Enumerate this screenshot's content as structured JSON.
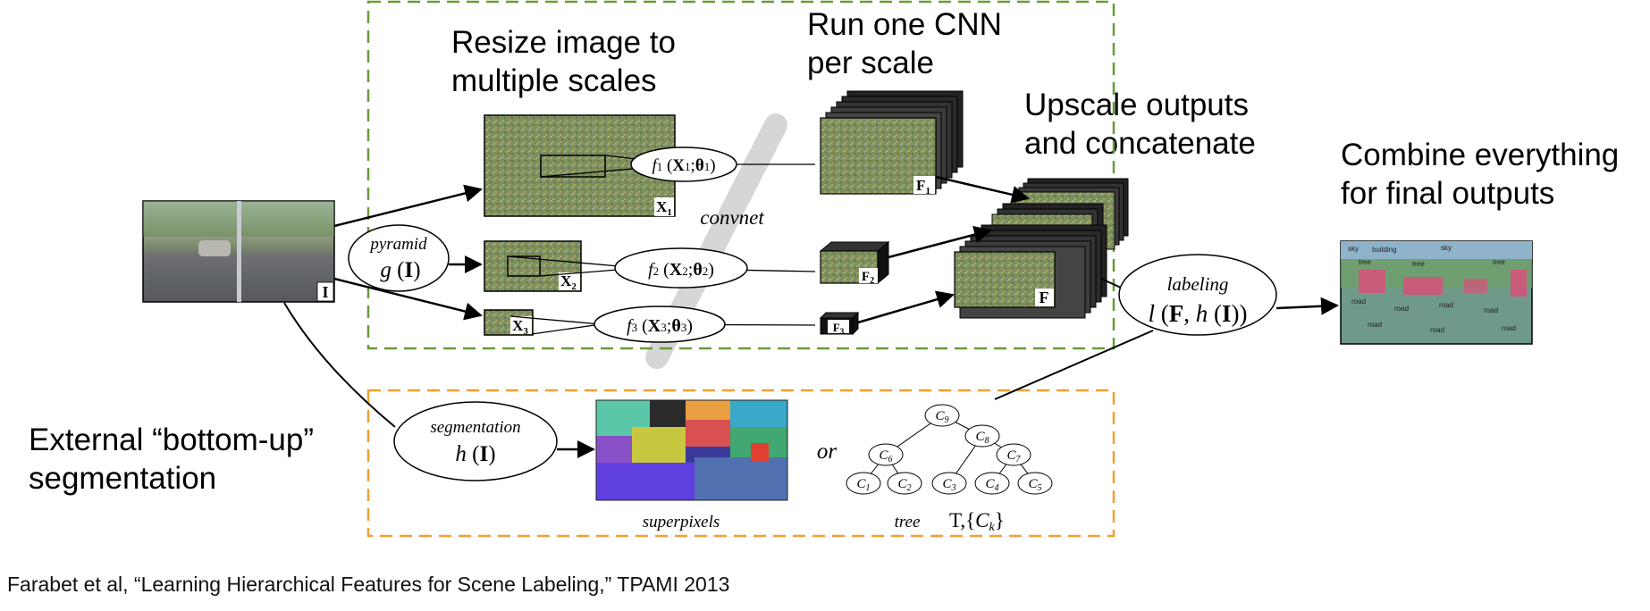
{
  "captions": {
    "resize": [
      "Resize image to",
      "multiple scales"
    ],
    "run_cnn": [
      "Run one CNN",
      "per scale"
    ],
    "upscale": [
      "Upscale outputs",
      "and concatenate"
    ],
    "combine": [
      "Combine everything",
      "for final outputs"
    ],
    "external": [
      "External “bottom-up”",
      "segmentation"
    ]
  },
  "input_label": "I",
  "pyramid": {
    "label": "pyramid",
    "func": "g",
    "arg": "I"
  },
  "scales": [
    {
      "label": "X",
      "sub": "1",
      "func": "f",
      "fsub": "1",
      "x": "X",
      "xsub": "1",
      "theta": "θ",
      "tsub": "1",
      "out": "F",
      "osub": "1"
    },
    {
      "label": "X",
      "sub": "2",
      "func": "f",
      "fsub": "2",
      "x": "X",
      "xsub": "2",
      "theta": "θ",
      "tsub": "2",
      "out": "F",
      "osub": "2"
    },
    {
      "label": "X",
      "sub": "3",
      "func": "f",
      "fsub": "3",
      "x": "X",
      "xsub": "3",
      "theta": "θ",
      "tsub": "3",
      "out": "F",
      "osub": "3"
    }
  ],
  "convnet_label": "convnet",
  "concat_label": "F",
  "labeling": {
    "label": "labeling",
    "expr_l": "l",
    "expr_F": "F",
    "expr_h": "h",
    "expr_I": "I"
  },
  "segmentation": {
    "label": "segmentation",
    "func": "h",
    "arg": "I"
  },
  "superpixels_label": "superpixels",
  "or_label": "or",
  "tree": {
    "label": "tree",
    "set_T": "T,",
    "set_C": "C",
    "set_k": "k",
    "nodes": [
      {
        "c": "C",
        "n": "9"
      },
      {
        "c": "C",
        "n": "8"
      },
      {
        "c": "C",
        "n": "6"
      },
      {
        "c": "C",
        "n": "7"
      },
      {
        "c": "C",
        "n": "1"
      },
      {
        "c": "C",
        "n": "2"
      },
      {
        "c": "C",
        "n": "3"
      },
      {
        "c": "C",
        "n": "4"
      },
      {
        "c": "C",
        "n": "5"
      }
    ]
  },
  "output_labels": [
    "sky",
    "building",
    "sky",
    "tree",
    "tree",
    "tree",
    "road",
    "road",
    "road",
    "road",
    "road",
    "road",
    "road"
  ],
  "citation": "Farabet et al, “Learning Hierarchical Features for Scene Labeling,” TPAMI 2013",
  "colors": {
    "green_box": "#6a9a3a",
    "orange_box": "#f0a030",
    "gray_band": "#d4d4d4",
    "feature_map": "#6c8e55"
  }
}
